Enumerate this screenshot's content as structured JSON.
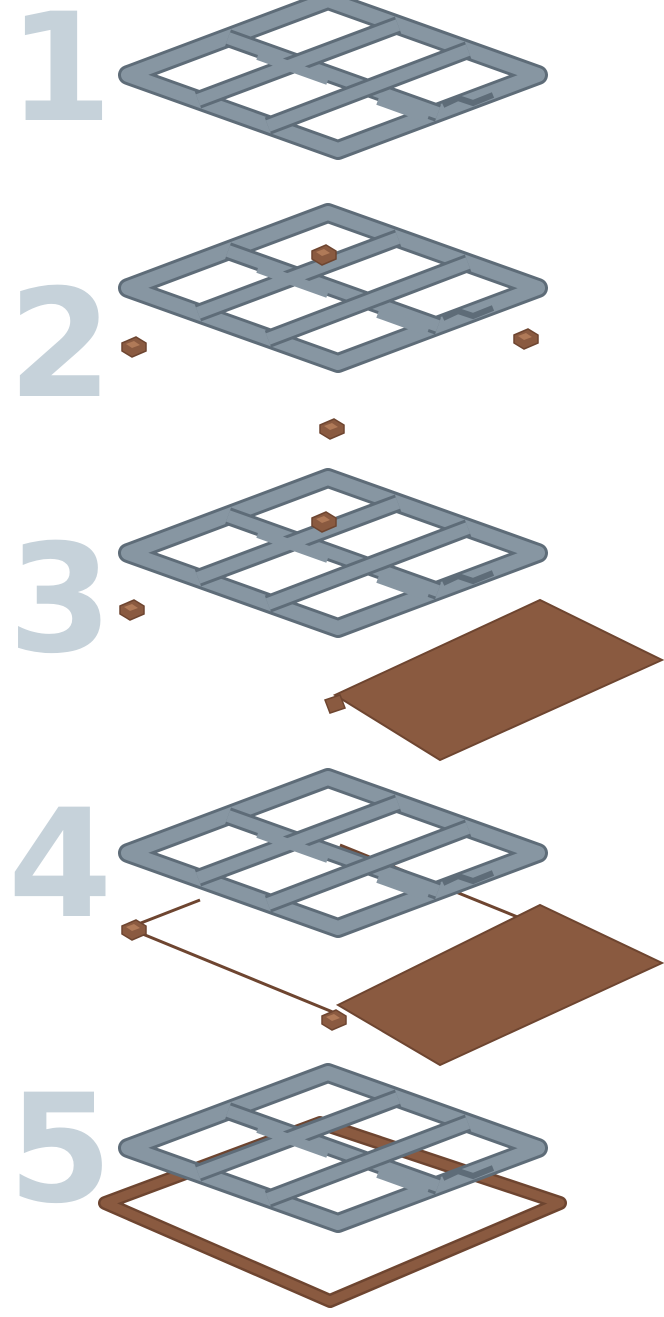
{
  "colors": {
    "number": "#c6d2da",
    "frame": "#7e8d99",
    "frame_edge": "#5e6c78",
    "copper": "#8a5a40",
    "copper_edge": "#6e4530"
  },
  "steps": [
    {
      "number": "1"
    },
    {
      "number": "2"
    },
    {
      "number": "3"
    },
    {
      "number": "4"
    },
    {
      "number": "5"
    }
  ]
}
